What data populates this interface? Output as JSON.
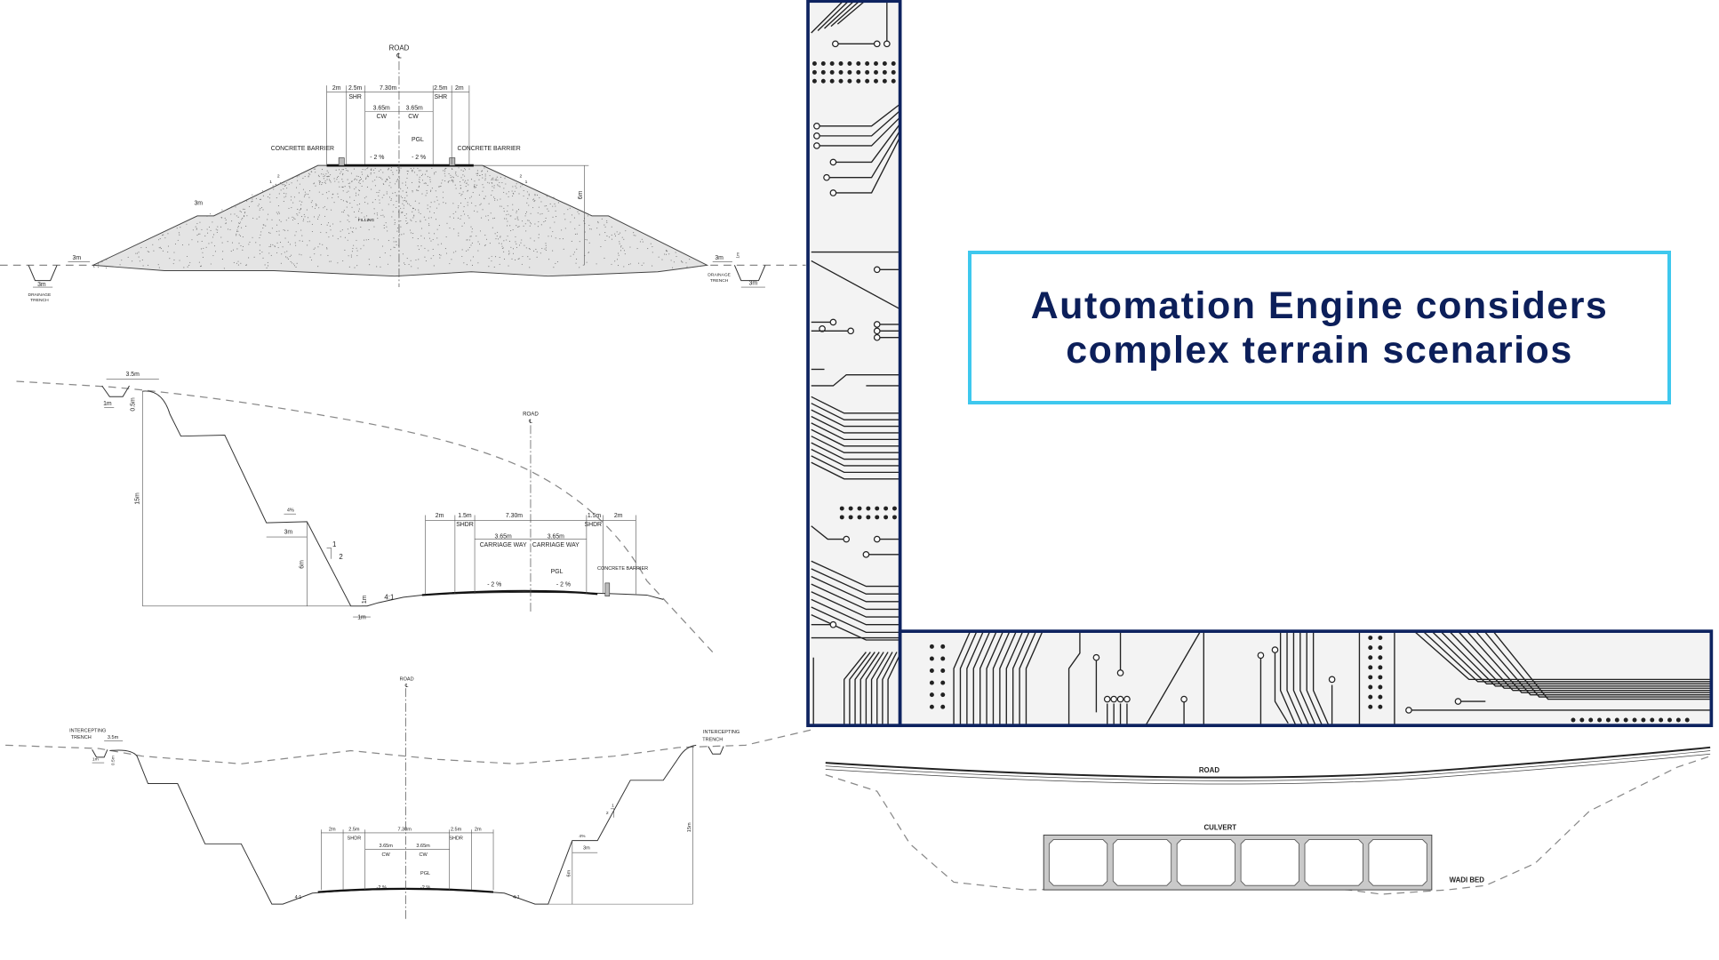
{
  "title": {
    "line1": "Automation Engine considers",
    "line2": "complex terrain scenarios"
  },
  "colors": {
    "navy": "#0e2360",
    "accent": "#3ec8ee",
    "text": "#0c1f5a"
  },
  "embankment": {
    "road": "ROAD",
    "cl": "℄",
    "dims": [
      "2m",
      "2.5m",
      "7.30m",
      "2.5m",
      "2m"
    ],
    "shoulder": "SHR",
    "lane": "3.65m",
    "lane_label": "CW",
    "barrier": "CONCRETE BARRIER",
    "pgl": "PGL",
    "slope": "- 2 %",
    "height": "6m",
    "fill": "FILLING",
    "berm": "3m",
    "offset": "3m",
    "trench_width": "3m",
    "trench": [
      "DRAINAGE",
      "TRENCH"
    ],
    "trench_depth": "1m",
    "ratio": [
      "2",
      "1"
    ]
  },
  "hillside_cut": {
    "road": "ROAD",
    "cl": "℄",
    "top_width": "3.5m",
    "trench_width": "1m",
    "trench_depth": "0.5m",
    "height": "15m",
    "bench_slope": "4%",
    "bench": "3m",
    "lower_height": "6m",
    "ratio": [
      "1",
      "2"
    ],
    "ditch_depth": "1m",
    "ditch_width": "1m",
    "side_slope": "4:1",
    "dims": [
      "2m",
      "1.5m",
      "7.30m",
      "1.5m",
      "2m"
    ],
    "shoulder": "SHDR",
    "lane": "3.65m",
    "lane_label": "CARRIAGE WAY",
    "pgl": "PGL",
    "slope": "- 2 %",
    "barrier": "CONCRETE BARRIER"
  },
  "deep_cut": {
    "road": "ROAD",
    "cl": "℄",
    "trench": [
      "INTERCEPTING",
      "TRENCH"
    ],
    "top_width": "3.5m",
    "trench_width": "1m",
    "trench_depth": "0.5m",
    "dims": [
      "2m",
      "2.5m",
      "7.30m",
      "2.5m",
      "2m"
    ],
    "shoulder": "SHDR",
    "lane": "3.65m",
    "lane_label": "CW",
    "pgl": "PGL",
    "slope": "-2 %",
    "side_slope": "4:1",
    "height": "15m",
    "lower_height": "6m",
    "bench": "3m",
    "bench_slope": "4%",
    "ratio": [
      "1",
      "2"
    ]
  },
  "culvert": {
    "road": "ROAD",
    "culvert": "CULVERT",
    "wadi": "WADI BED",
    "cells": 6
  }
}
